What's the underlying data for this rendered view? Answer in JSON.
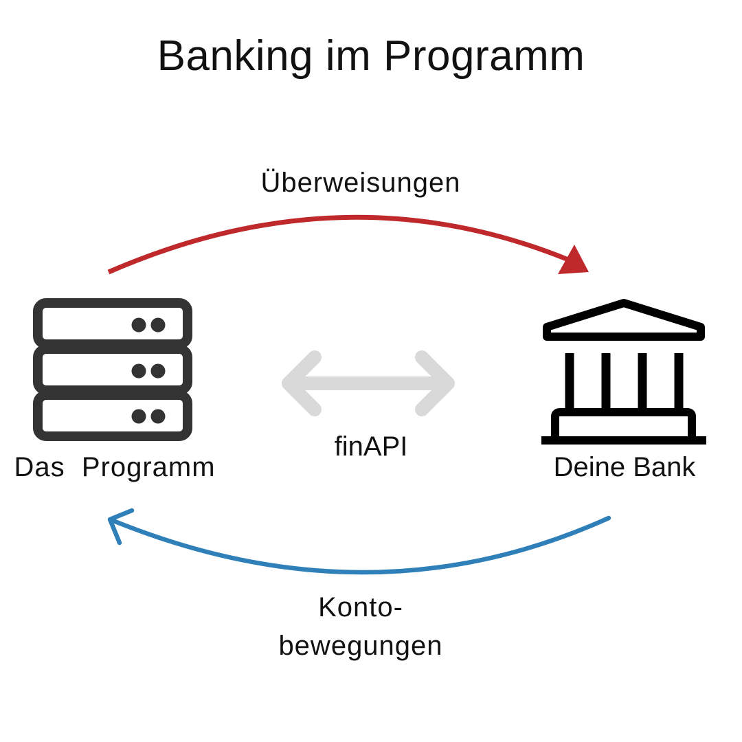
{
  "title": "Banking im Programm",
  "nodes": {
    "program": {
      "label": "Das  Programm",
      "icon": "server-icon"
    },
    "bank": {
      "label": "Deine Bank",
      "icon": "bank-icon"
    }
  },
  "edges": {
    "top": {
      "label": "Überweisungen",
      "from": "program",
      "to": "bank",
      "color": "#c0292b"
    },
    "middle": {
      "label": "finAPI",
      "direction": "both",
      "color": "#d9d9d9"
    },
    "bottom": {
      "label_line1": "Konto-",
      "label_line2": "bewegungen",
      "from": "bank",
      "to": "program",
      "color": "#2f7fb8"
    }
  },
  "colors": {
    "server": "#333333",
    "bank": "#000000",
    "text": "#111111"
  }
}
